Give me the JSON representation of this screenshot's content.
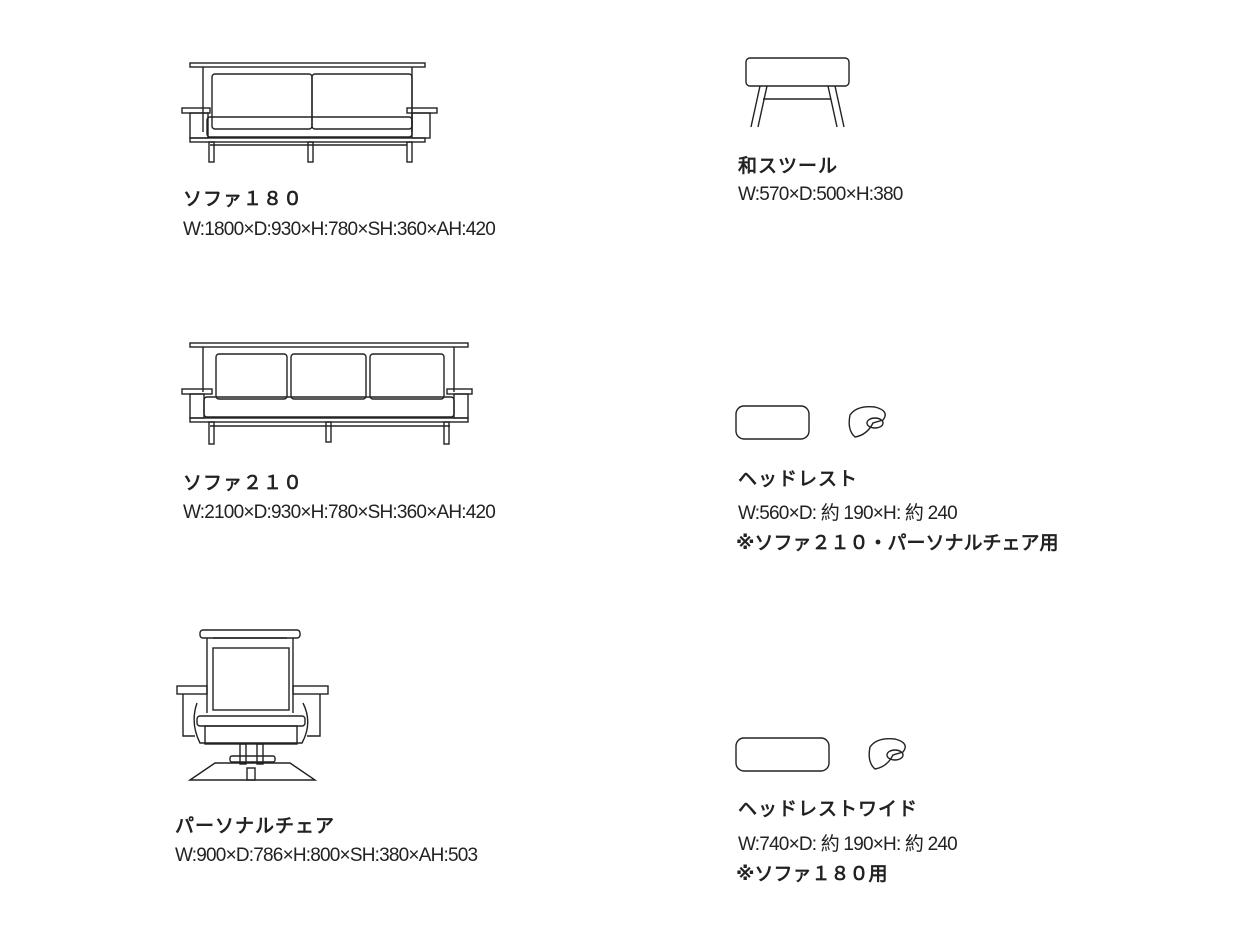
{
  "products": [
    {
      "name": "ソファ１８０",
      "spec": "W:1800×D:930×H:780×SH:360×AH:420"
    },
    {
      "name": "ソファ２１０",
      "spec": "W:2100×D:930×H:780×SH:360×AH:420"
    },
    {
      "name": "パーソナルチェア",
      "spec": "W:900×D:786×H:800×SH:380×AH:503"
    },
    {
      "name": "和スツール",
      "spec": "W:570×D:500×H:380"
    },
    {
      "name": "ヘッドレスト",
      "spec": "W:560×D: 約 190×H: 約 240",
      "note": "※ソファ２１０・パーソナルチェア用"
    },
    {
      "name": "ヘッドレストワイド",
      "spec": "W:740×D: 約 190×H: 約 240",
      "note": "※ソファ１８０用"
    }
  ]
}
